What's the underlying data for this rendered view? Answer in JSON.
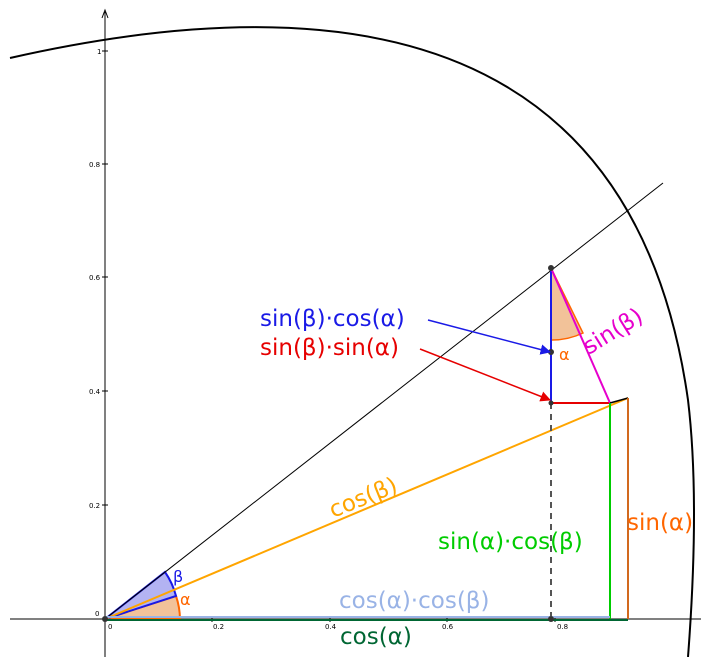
{
  "axes": {
    "x_ticks": [
      "0",
      "0.2",
      "0.4",
      "0.6",
      "0.8"
    ],
    "y_ticks": [
      "0",
      "0.2",
      "0.4",
      "0.6",
      "0.8",
      "1"
    ]
  },
  "labels": {
    "sin_beta_cos_alpha": "sin(β)·cos(α)",
    "sin_beta_sin_alpha": "sin(β)·sin(α)",
    "sin_beta": "sin(β)",
    "cos_beta": "cos(β)",
    "sin_alpha_cos_beta": "sin(α)·cos(β)",
    "sin_alpha": "sin(α)",
    "cos_alpha_cos_beta": "cos(α)·cos(β)",
    "cos_alpha": "cos(α)",
    "alpha_small": "α",
    "beta_small": "β",
    "alpha_upper": "α"
  },
  "colors": {
    "blue": "#1a1ae6",
    "red": "#e60000",
    "magenta": "#e600cc",
    "orange_line": "#ffa500",
    "green_bright": "#00cc00",
    "orange_label": "#ff6600",
    "brown_orange": "#d2691e",
    "light_blue": "#99b3e6",
    "dark_green": "#006633",
    "arc": "#000000",
    "angle_fill_alpha": "#f2c299",
    "angle_fill_beta": "#b3b3f2"
  }
}
